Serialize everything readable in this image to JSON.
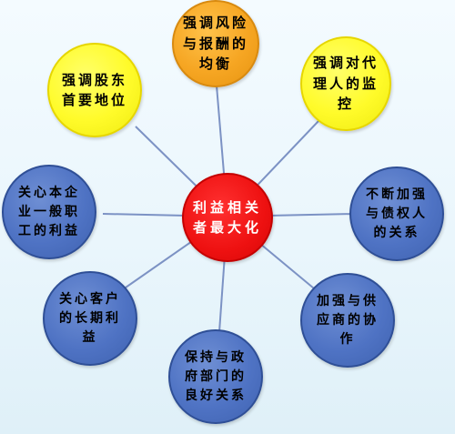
{
  "colors": {
    "center": "#ee1111",
    "yellow": "#fffb2a",
    "orange": "#f6a623",
    "blue": "#4f73c4",
    "connector": "#7c92c4"
  },
  "center": {
    "text": "利益相关\n者最大化"
  },
  "nodes": [
    {
      "id": "risk-reward-balance",
      "text": "强调风险\n与报酬的\n均衡",
      "color": "orange"
    },
    {
      "id": "agent-supervision",
      "text": "强调对代\n理人的监\n控",
      "color": "yellow"
    },
    {
      "id": "creditor-relations",
      "text": "不断加强\n与债权人\n的关系",
      "color": "blue"
    },
    {
      "id": "supplier-cooperation",
      "text": "加强与供\n应商的协\n作",
      "color": "blue"
    },
    {
      "id": "government-relations",
      "text": "保持与政\n府部门的\n良好关系",
      "color": "blue"
    },
    {
      "id": "customer-interests",
      "text": "关心客户\n的长期利\n益",
      "color": "blue"
    },
    {
      "id": "employee-interests",
      "text": "关心本企\n业一般职\n工的利益",
      "color": "blue"
    },
    {
      "id": "shareholder-status",
      "text": "强调股东\n首要地位",
      "color": "yellow"
    }
  ]
}
